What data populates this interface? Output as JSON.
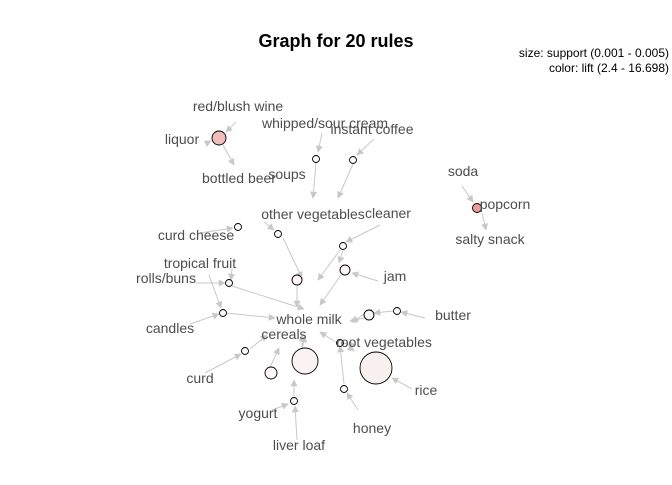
{
  "title": "Graph for 20 rules",
  "legend": {
    "size_line": "size: support (0.001 - 0.005)",
    "color_line": "color: lift (2.4 - 16.698)"
  },
  "colors": {
    "edge": "#c8c8c8",
    "label": "#4d4d4d",
    "lift_low": "#fbf5f5",
    "lift_high": "#ee9a9a"
  },
  "items": [
    "red/blush wine",
    "liquor",
    "bottled beer",
    "whipped/sour cream",
    "instant coffee",
    "soups",
    "other vegetables",
    "cleaner",
    "curd cheese",
    "tropical fruit",
    "rolls/buns",
    "jam",
    "whole milk",
    "candles",
    "butter",
    "cereals",
    "root vegetables",
    "curd",
    "rice",
    "yogurt",
    "honey",
    "liver loaf",
    "soda",
    "popcorn",
    "salty snack"
  ]
}
